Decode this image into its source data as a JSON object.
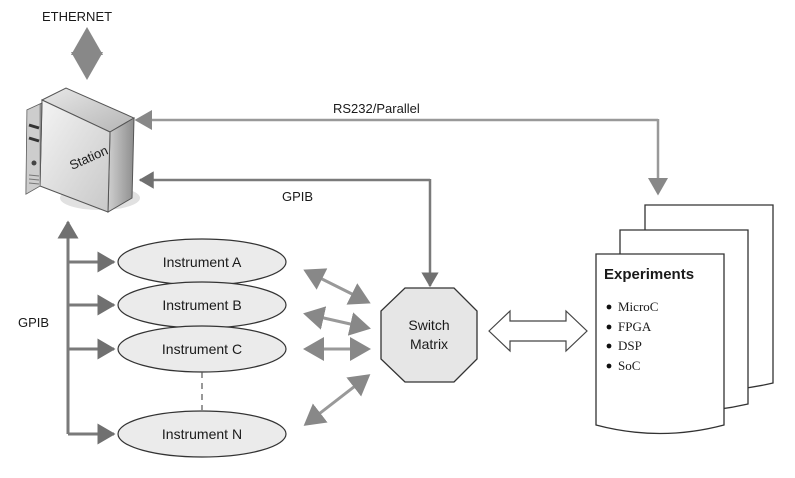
{
  "labels": {
    "ethernet": "ETHERNET",
    "station": "Station",
    "rs232": "RS232/Parallel",
    "gpib_top": "GPIB",
    "gpib_left": "GPIB"
  },
  "instruments": [
    {
      "label": "Instrument A"
    },
    {
      "label": "Instrument B"
    },
    {
      "label": "Instrument C"
    },
    {
      "label": "Instrument N"
    }
  ],
  "switch": {
    "line1": "Switch",
    "line2": "Matrix"
  },
  "experiments": {
    "title": "Experiments",
    "items": [
      "MicroC",
      "FPGA",
      "DSP",
      "SoC"
    ]
  },
  "colors": {
    "arrow": "#999999",
    "arrow_dark": "#7a7a7a",
    "ellipse_fill": "#ebebeb",
    "octagon_fill": "#e6e6e6",
    "stroke": "#333333"
  }
}
